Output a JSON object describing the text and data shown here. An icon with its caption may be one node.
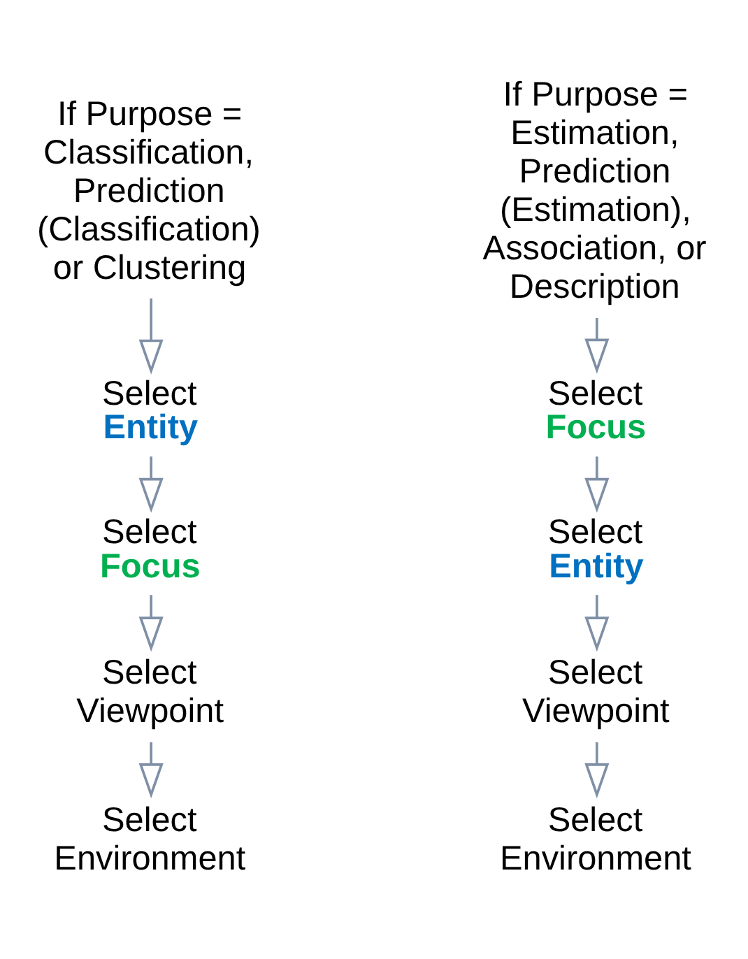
{
  "diagram": {
    "nodes": [
      {
        "text": [
          "If Purpose = Classification, Prediction (Classification) or Clustering"
        ]
      },
      {
        "text": [
          "Select",
          "Entity"
        ]
      },
      {
        "text": [
          "Select",
          "Focus"
        ]
      },
      {
        "text": [
          "Select",
          "Viewpoint"
        ]
      },
      {
        "text": [
          "Select",
          "Environment"
        ]
      },
      {
        "text": [
          "If Purpose = Estimation, Prediction (Estimation), Association, or Description"
        ]
      },
      {
        "text": [
          "Select",
          "Focus"
        ]
      },
      {
        "text": [
          "Select",
          "Entity"
        ]
      },
      {
        "text": [
          "Select",
          "Viewpoint"
        ]
      },
      {
        "text": [
          "Select",
          "Environment"
        ]
      }
    ],
    "edges": [
      {
        "from": 0,
        "to": 1,
        "arrow": "to"
      },
      {
        "from": 1,
        "to": 2,
        "arrow": "to"
      },
      {
        "from": 2,
        "to": 3,
        "arrow": "to"
      },
      {
        "from": 3,
        "to": 4,
        "arrow": "to"
      },
      {
        "from": 5,
        "to": 6,
        "arrow": "to"
      },
      {
        "from": 6,
        "to": 7,
        "arrow": "to"
      },
      {
        "from": 7,
        "to": 8,
        "arrow": "to"
      },
      {
        "from": 8,
        "to": 9,
        "arrow": "to"
      }
    ]
  }
}
